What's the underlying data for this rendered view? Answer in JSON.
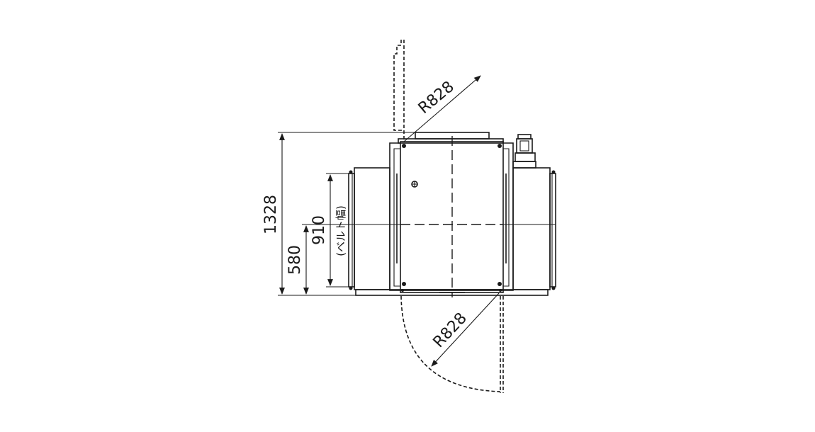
{
  "dimensions": {
    "overall_height": "1328",
    "base_height": "580",
    "belt_width": "910",
    "belt_width_note": "(ベルト幅)",
    "radius_top": "R828",
    "radius_bottom": "R828"
  },
  "colors": {
    "line": "#1a1a1a",
    "background": "#ffffff"
  }
}
